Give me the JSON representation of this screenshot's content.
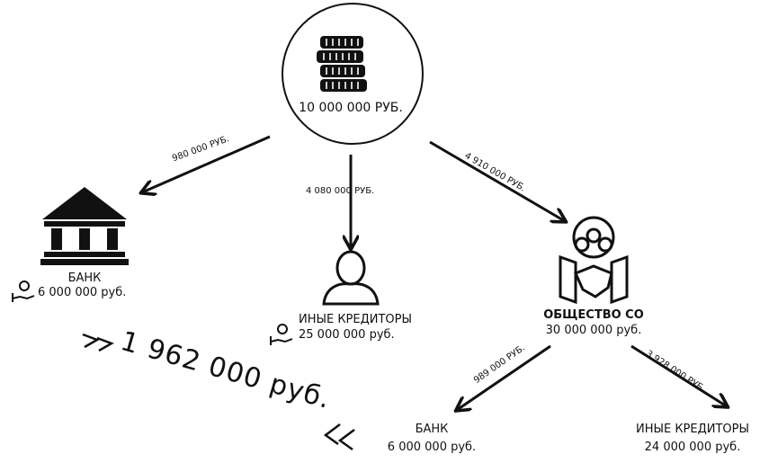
{
  "source": {
    "amount": "10 000 000 РУБ."
  },
  "flows": {
    "to_bank": "980 000 РУБ.",
    "to_creditors": "4 080 000 РУБ.",
    "to_company": "4 910 000 РУБ.",
    "company_to_bank": "989 000 РУБ.",
    "company_to_creditors": "3 928 000 РУБ."
  },
  "nodes": {
    "bank": {
      "title": "БАНК",
      "amount": "6 000 000 руб."
    },
    "creditors": {
      "title": "ИНЫЕ КРЕДИТОРЫ",
      "amount": "25 000 000 руб."
    },
    "company": {
      "title": "ОБЩЕСТВО СО",
      "amount": "30 000 000 руб."
    },
    "bank2": {
      "title": "БАНК",
      "amount": "6 000 000 руб."
    },
    "creditors2": {
      "title": "ИНЫЕ КРЕДИТОРЫ",
      "amount": "24 000 000 руб."
    }
  },
  "total": {
    "amount": "1 962 000 руб."
  }
}
